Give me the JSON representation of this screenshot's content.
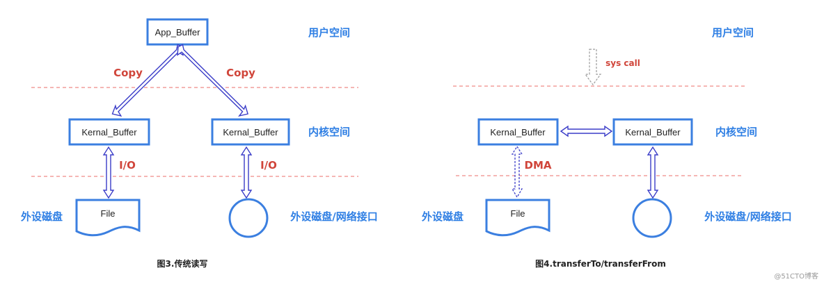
{
  "left": {
    "app_buffer": "App_Buffer",
    "copy_left": "Copy",
    "copy_right": "Copy",
    "kernel_left": "Kernal_Buffer",
    "kernel_right": "Kernal_Buffer",
    "io_left": "I/O",
    "io_right": "I/O",
    "file": "File",
    "zone_user": "用户空间",
    "zone_kernel": "内核空间",
    "zone_disk": "外设磁盘",
    "zone_disk_net": "外设磁盘/网络接口",
    "caption": "图3.传统读写"
  },
  "right": {
    "zone_user": "用户空间",
    "sys_call": "sys call",
    "kernel_left": "Kernal_Buffer",
    "kernel_right": "Kernal_Buffer",
    "zone_kernel": "内核空间",
    "dma": "DMA",
    "file": "File",
    "zone_disk": "外设磁盘",
    "zone_disk_net": "外设磁盘/网络接口",
    "caption": "图4.transferTo/transferFrom"
  },
  "watermark": "@51CTO博客",
  "colors": {
    "box_border": "#3b7fe0",
    "zone_text": "#2f7fe4",
    "red_text": "#d0453a",
    "dash_line": "#ef8a86",
    "arrow": "#3a3cc8"
  }
}
